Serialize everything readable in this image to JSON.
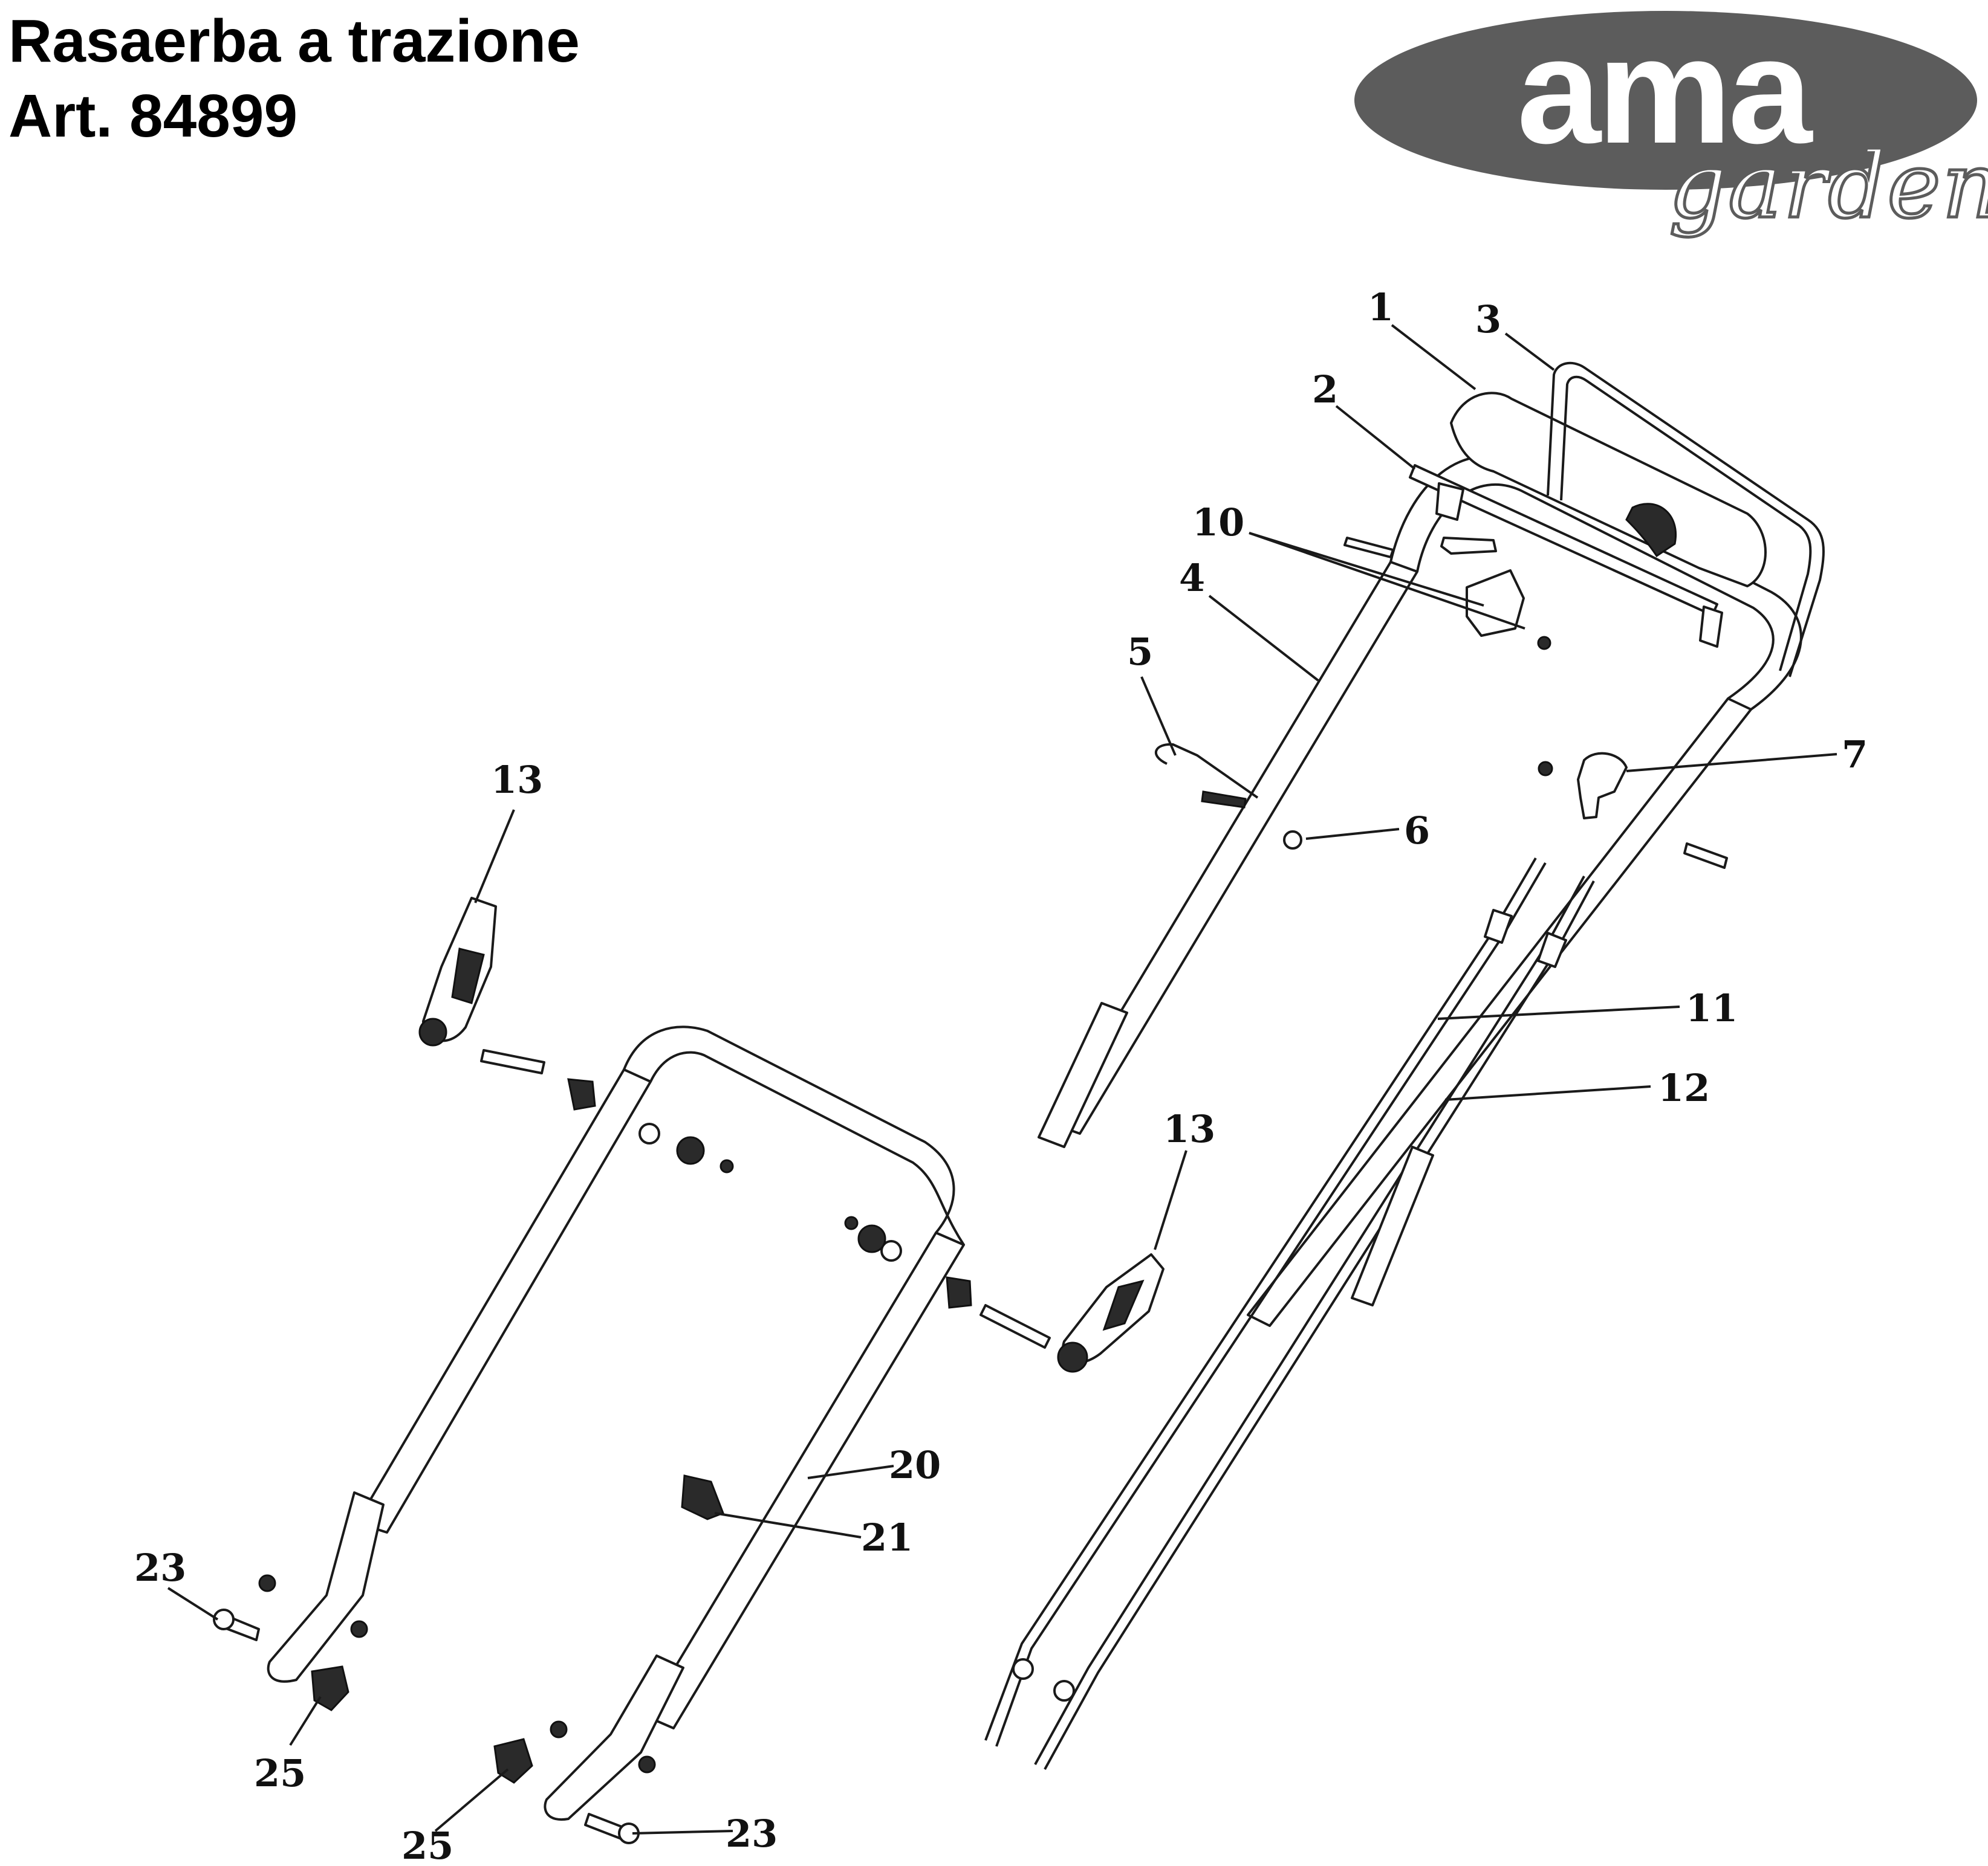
{
  "header": {
    "title_line1": "Rasaerba a trazione",
    "title_line2": "Art. 84899"
  },
  "logo": {
    "main_text": "ama",
    "sub_text": "garden",
    "oval_color": "#5c5c5c",
    "text_color": "#ffffff"
  },
  "diagram": {
    "callouts": [
      {
        "id": "c1",
        "label": "1"
      },
      {
        "id": "c2",
        "label": "2"
      },
      {
        "id": "c3",
        "label": "3"
      },
      {
        "id": "c4",
        "label": "4"
      },
      {
        "id": "c5",
        "label": "5"
      },
      {
        "id": "c6",
        "label": "6"
      },
      {
        "id": "c7",
        "label": "7"
      },
      {
        "id": "c10",
        "label": "10"
      },
      {
        "id": "c11",
        "label": "11"
      },
      {
        "id": "c12",
        "label": "12"
      },
      {
        "id": "c13a",
        "label": "13"
      },
      {
        "id": "c13b",
        "label": "13"
      },
      {
        "id": "c20",
        "label": "20"
      },
      {
        "id": "c21",
        "label": "21"
      },
      {
        "id": "c23a",
        "label": "23"
      },
      {
        "id": "c23b",
        "label": "23"
      },
      {
        "id": "c25a",
        "label": "25"
      },
      {
        "id": "c25b",
        "label": "25"
      }
    ]
  }
}
